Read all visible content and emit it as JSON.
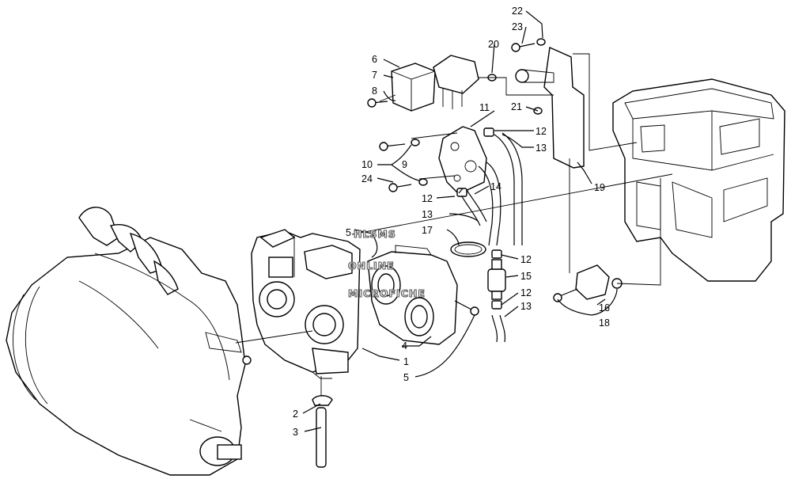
{
  "callouts": [
    {
      "id": "c1",
      "text": "1"
    },
    {
      "id": "c2",
      "text": "2"
    },
    {
      "id": "c3",
      "text": "3"
    },
    {
      "id": "c4",
      "text": "4"
    },
    {
      "id": "c5a",
      "text": "5"
    },
    {
      "id": "c5b",
      "text": "5"
    },
    {
      "id": "c6",
      "text": "6"
    },
    {
      "id": "c7",
      "text": "7"
    },
    {
      "id": "c8",
      "text": "8"
    },
    {
      "id": "c9",
      "text": "9"
    },
    {
      "id": "c10",
      "text": "10"
    },
    {
      "id": "c11",
      "text": "11"
    },
    {
      "id": "c12a",
      "text": "12"
    },
    {
      "id": "c12b",
      "text": "12"
    },
    {
      "id": "c12c",
      "text": "12"
    },
    {
      "id": "c12d",
      "text": "12"
    },
    {
      "id": "c13a",
      "text": "13"
    },
    {
      "id": "c13b",
      "text": "13"
    },
    {
      "id": "c13c",
      "text": "13"
    },
    {
      "id": "c14",
      "text": "14"
    },
    {
      "id": "c15",
      "text": "15"
    },
    {
      "id": "c16",
      "text": "16"
    },
    {
      "id": "c17",
      "text": "17"
    },
    {
      "id": "c18",
      "text": "18"
    },
    {
      "id": "c19",
      "text": "19"
    },
    {
      "id": "c20",
      "text": "20"
    },
    {
      "id": "c21",
      "text": "21"
    },
    {
      "id": "c22",
      "text": "22"
    },
    {
      "id": "c23",
      "text": "23"
    },
    {
      "id": "c24",
      "text": "24"
    }
  ],
  "watermark": {
    "line1": "HLSMS",
    "line2": "ONLINE",
    "line3": "MICROFICHE"
  }
}
